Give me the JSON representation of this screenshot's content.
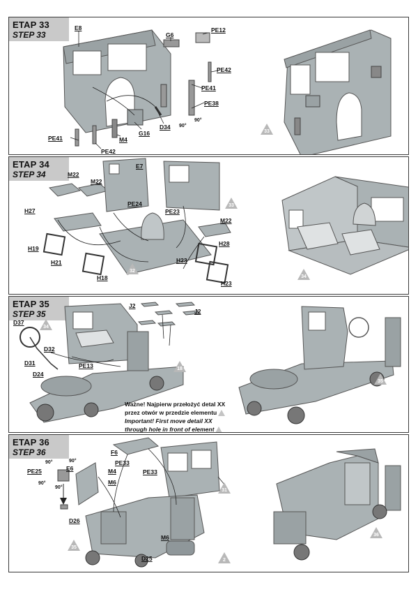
{
  "steps": [
    {
      "etap": "ETAP 33",
      "step": "STEP 33",
      "labels": {
        "e8": "E8",
        "g6": "G6",
        "pe12": "PE12",
        "pe42a": "PE42",
        "pe41a": "PE41",
        "pe38": "PE38",
        "d34": "D34",
        "g16": "G16",
        "m4": "M4",
        "pe41b": "PE41",
        "pe42b": "PE42",
        "a90a": "90°",
        "a90b": "90°"
      },
      "ref": "33"
    },
    {
      "etap": "ETAP 34",
      "step": "STEP 34",
      "labels": {
        "m22a": "M22",
        "m22b": "M22",
        "e7": "E7",
        "pe24": "PE24",
        "pe23": "PE23",
        "h27": "H27",
        "m22c": "M22",
        "h28": "H28",
        "h19": "H19",
        "h21": "H21",
        "h18": "H18",
        "h23a": "H23",
        "h23b": "H23"
      },
      "refs": {
        "r33": "33",
        "r32": "32",
        "r34": "34"
      }
    },
    {
      "etap": "ETAP 35",
      "step": "STEP 35",
      "labels": {
        "d37": "D37",
        "j2a": "J2",
        "j2b": "J2",
        "d32": "D32",
        "d31": "D31",
        "pe13": "PE13",
        "d24": "D24"
      },
      "refs": {
        "r34": "34",
        "r18": "18",
        "r35": "35"
      },
      "note": {
        "pl1": "Ważne! Najpierw przełożyć detal XX",
        "pl2": "przez otwór w przedzie elementu",
        "en1": "Important! First move detail XX",
        "en2": "through hole in front of element"
      }
    },
    {
      "etap": "ETAP 36",
      "step": "STEP 36",
      "labels": {
        "f6": "F6",
        "pe33a": "PE33",
        "pe25": "PE25",
        "e6": "E6",
        "m4": "M4",
        "m6a": "M6",
        "pe33b": "PE33",
        "d26": "D26",
        "m6b": "M6",
        "d25": "D25",
        "a90a": "90°",
        "a90b": "90°",
        "a90c": "90°",
        "a90d": "90°"
      },
      "refs": {
        "r31": "31",
        "r35": "35",
        "r2": "2",
        "r36": "36"
      }
    }
  ],
  "colors": {
    "panel_header": "#c9c9c9",
    "part_grey": "#a9b1b3",
    "ref_triangle": "#b8b8b8"
  }
}
